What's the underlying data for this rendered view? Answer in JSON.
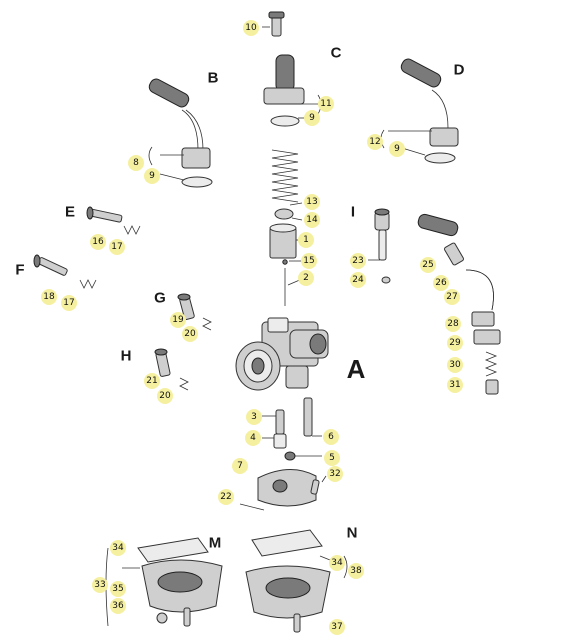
{
  "group_letters": [
    "A",
    "B",
    "C",
    "D",
    "E",
    "F",
    "G",
    "H",
    "I",
    "M",
    "N"
  ],
  "callouts": [
    "10",
    "11",
    "9",
    "12",
    "9",
    "8",
    "9",
    "13",
    "14",
    "1",
    "15",
    "2",
    "16",
    "17",
    "18",
    "17",
    "19",
    "20",
    "21",
    "20",
    "23",
    "24",
    "25",
    "26",
    "27",
    "28",
    "29",
    "30",
    "31",
    "3",
    "4",
    "6",
    "5",
    "7",
    "32",
    "22",
    "34",
    "33",
    "35",
    "36",
    "34",
    "38",
    "37"
  ]
}
